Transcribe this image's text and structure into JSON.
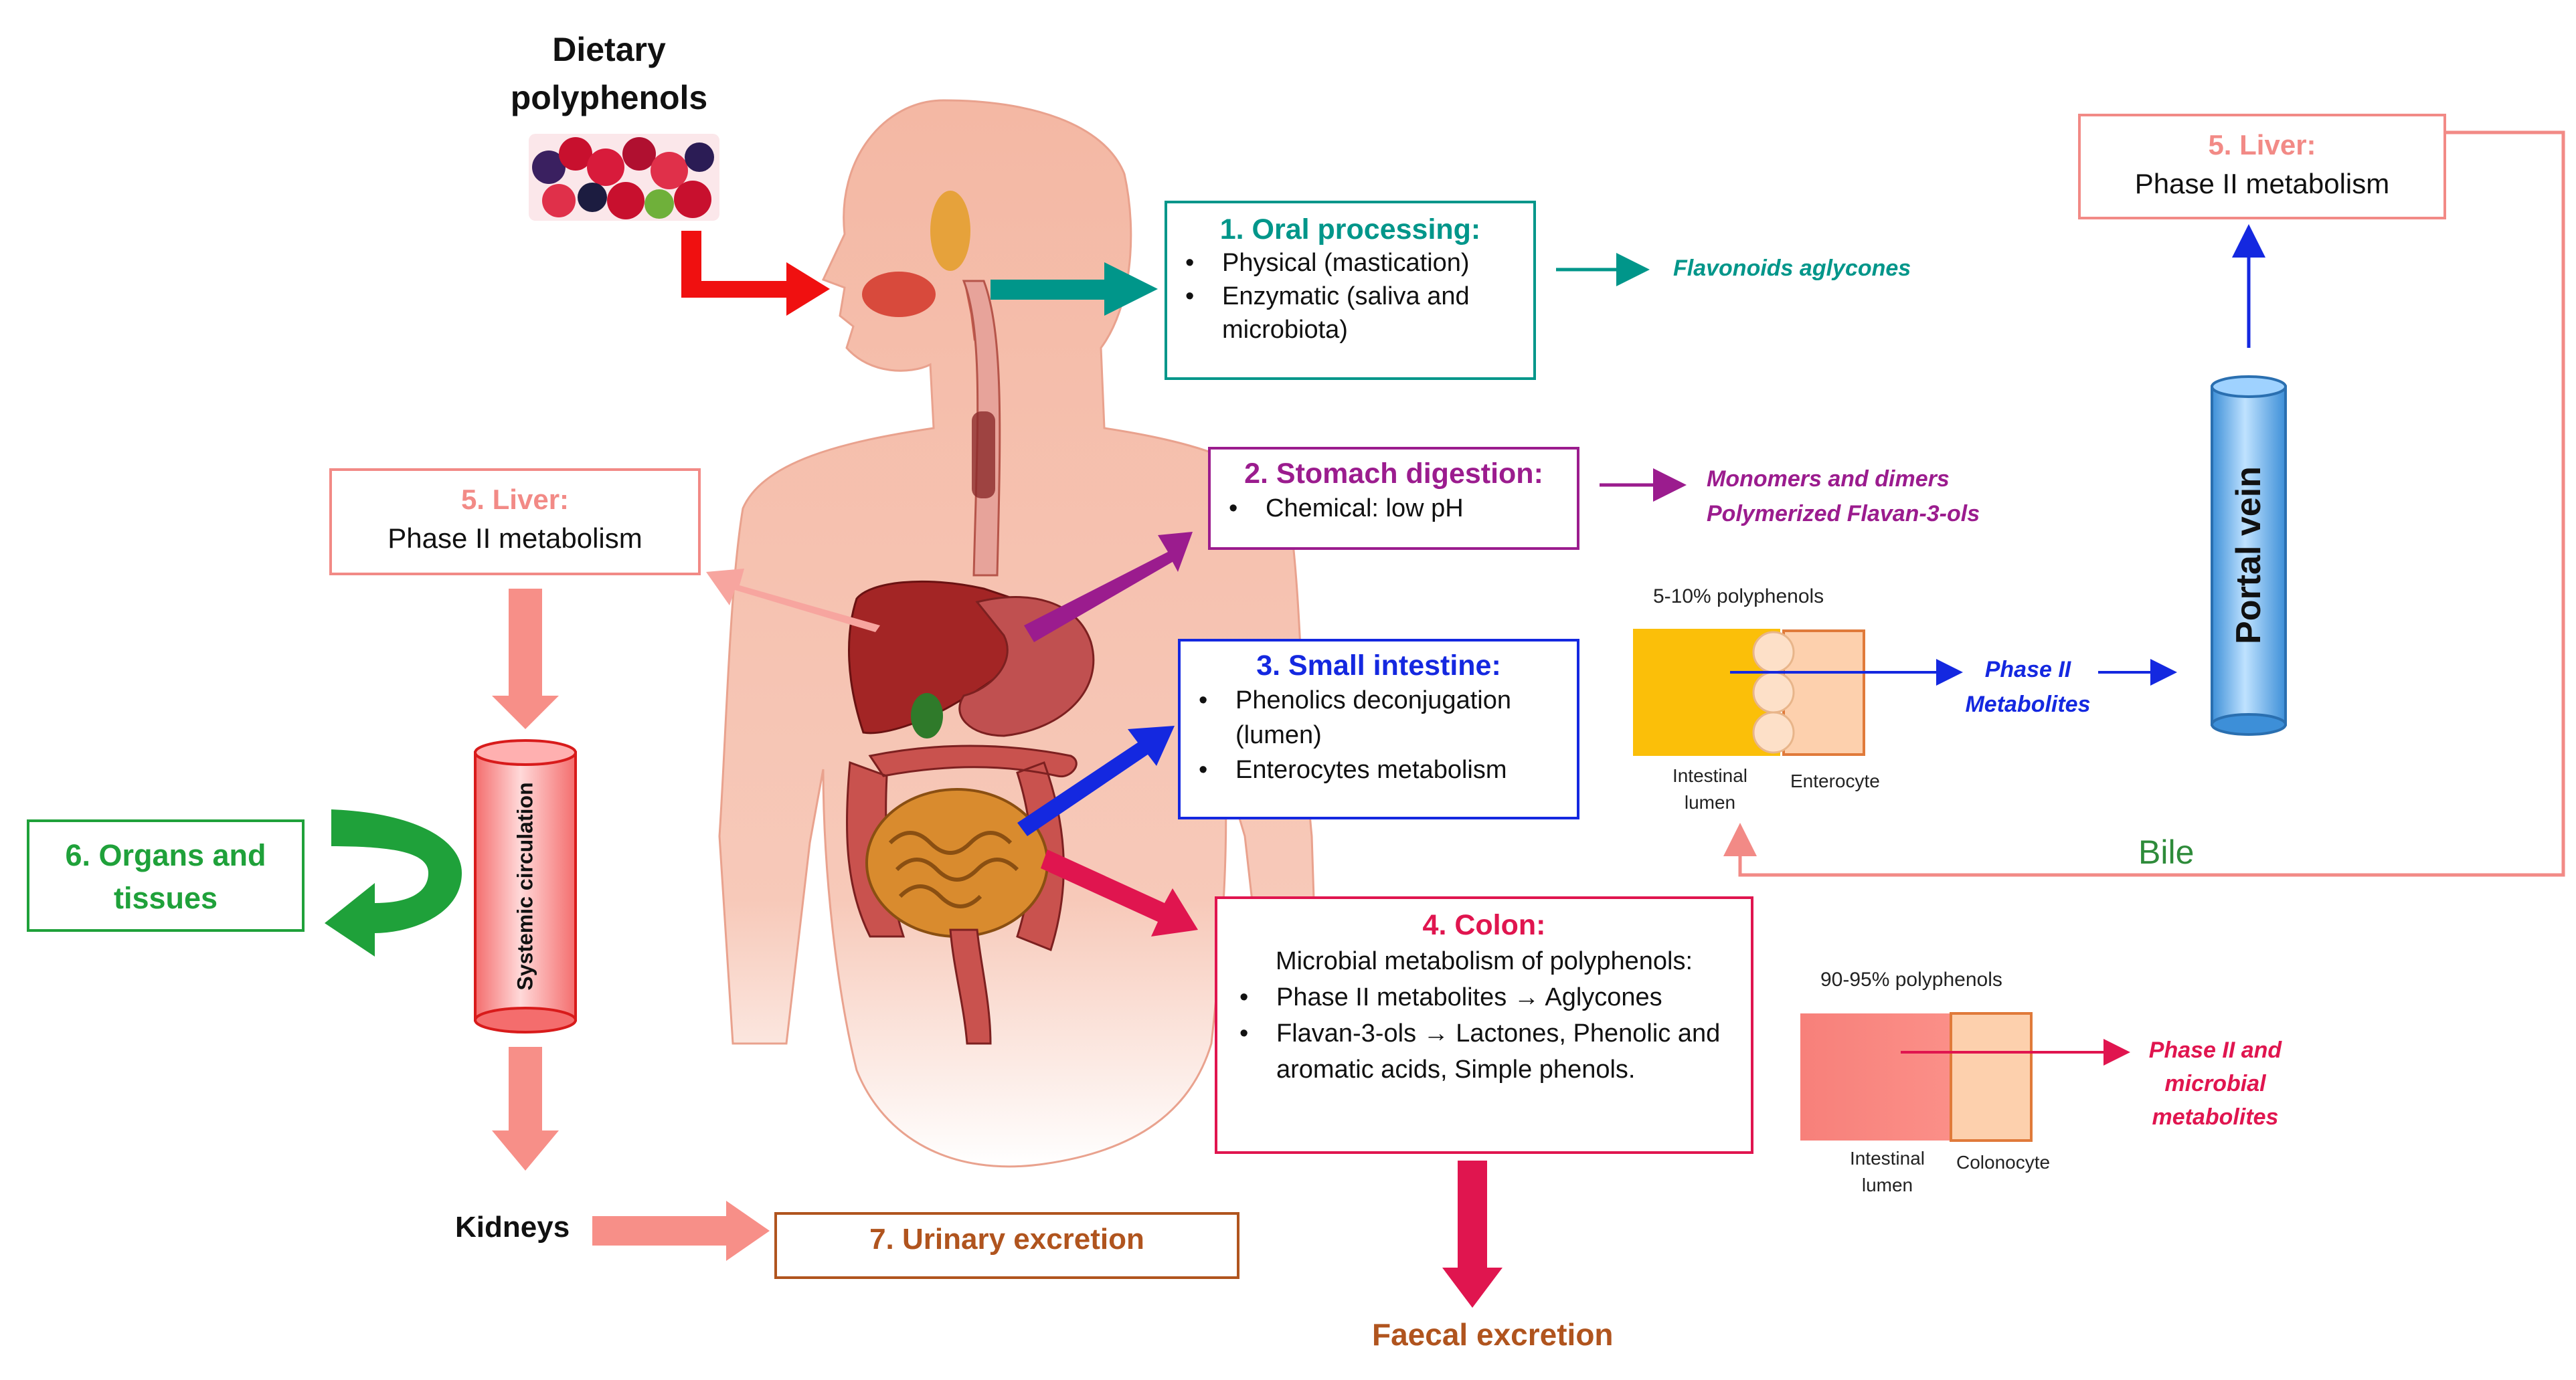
{
  "intake": {
    "line1": "Dietary",
    "line2": "polyphenols"
  },
  "oral": {
    "title": "1. Oral processing:",
    "items": [
      "Physical (mastication)",
      "Enzymatic (saliva and microbiota)"
    ],
    "product": "Flavonoids aglycones"
  },
  "stomach": {
    "title": "2. Stomach digestion:",
    "items": [
      "Chemical: low pH"
    ],
    "product_line1": "Monomers and dimers",
    "product_line2": "Polymerized Flavan-3-ols"
  },
  "small_intestine": {
    "title": "3. Small intestine:",
    "items": [
      "Phenolics deconjugation (lumen)",
      "Enterocytes metabolism"
    ],
    "percent": "5-10% polyphenols",
    "lumen_label_1": "Intestinal",
    "lumen_label_2": "lumen",
    "cell_label": "Enterocyte",
    "product_line1": "Phase II",
    "product_line2": "Metabolites"
  },
  "colon": {
    "title": "4. Colon:",
    "subtitle": "Microbial metabolism of polyphenols:",
    "item1_a": "Phase II metabolites",
    "item1_b": "Aglycones",
    "item2_a": "Flavan-3-ols",
    "item2_b": "Lactones, Phenolic and aromatic acids, Simple phenols.",
    "percent": "90-95% polyphenols",
    "lumen_label_1": "Intestinal",
    "lumen_label_2": "lumen",
    "cell_label": "Colonocyte",
    "product_line1": "Phase II and",
    "product_line2": "microbial",
    "product_line3": "metabolites"
  },
  "liver_right": {
    "title": "5. Liver:",
    "subtitle": "Phase II metabolism"
  },
  "liver_left": {
    "title": "5. Liver:",
    "subtitle": "Phase II metabolism"
  },
  "portal_vein": "Portal vein",
  "bile": "Bile",
  "systemic_circulation": "Systemic circulation",
  "organs": {
    "line1": "6. Organs and",
    "line2": "tissues"
  },
  "kidneys": "Kidneys",
  "urinary": "7. Urinary excretion",
  "faecal": "Faecal excretion",
  "colors": {
    "oral": "#00968a",
    "stomach": "#9b1c8e",
    "small_intestine": "#1428e0",
    "colon": "#e0154f",
    "liver": "#f28a86",
    "organs": "#1fa13a",
    "excretion": "#b0541e",
    "red_arrow": "#f01010",
    "portal": "#5aaeea"
  }
}
